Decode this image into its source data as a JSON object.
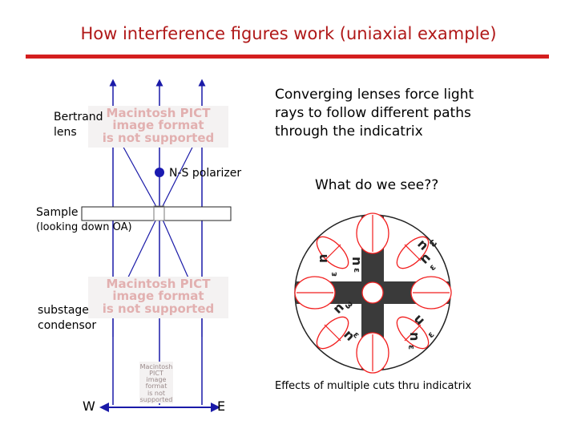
{
  "title": "How interference figures work (uniaxial example)",
  "labels": {
    "bertrand_lens": [
      "Bertrand",
      "lens"
    ],
    "converging": [
      "Converging lenses force light",
      "rays to follow different paths",
      "through the indicatrix"
    ],
    "polarizer": "N-S polarizer",
    "question": "What do we see??",
    "sample": "Sample",
    "sample_note": "(looking down OA)",
    "substage": [
      "substage",
      "condensor"
    ],
    "west": "W",
    "east": "E",
    "caption": "Effects of multiple cuts thru indicatrix"
  },
  "placeholder_image": {
    "lines": [
      "Macintosh PICT",
      "image format",
      "is not supported"
    ]
  },
  "indices": {
    "omega": "ω",
    "epsilon": "ε"
  },
  "colors": {
    "title": "#b01818",
    "rule": "#d41e1e",
    "ray": "#1a1aa8",
    "cross": "#3a3a3a",
    "ellipse": "#f21f1f",
    "placeholder_text": "#e2b0b0"
  }
}
